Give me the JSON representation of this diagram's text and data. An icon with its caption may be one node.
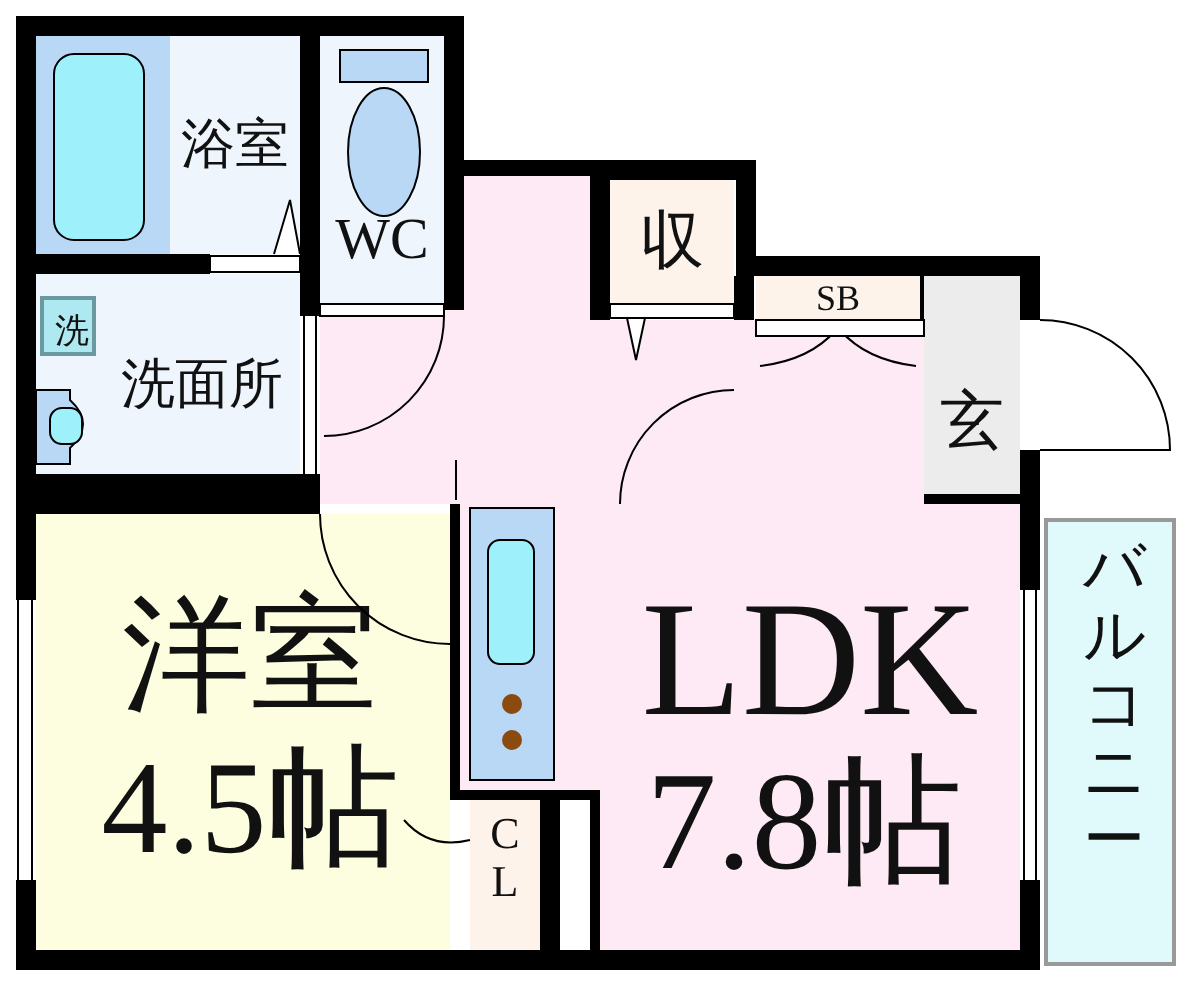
{
  "diagram": {
    "nodes": [
      {
        "text": [
          "浴室"
        ]
      },
      {
        "text": [
          "WC"
        ]
      },
      {
        "text": [
          "洗面所"
        ]
      },
      {
        "text": [
          "洗"
        ],
        "in": 2
      },
      {
        "text": [
          "収"
        ]
      },
      {
        "text": [
          "SB"
        ]
      },
      {
        "text": [
          "玄"
        ]
      },
      {
        "text": [
          "洋室",
          "4.5帖"
        ]
      },
      {
        "text": [
          "LDK",
          "7.8帖"
        ]
      },
      {
        "text": [
          "CL"
        ]
      },
      {
        "text": [
          "バルコニー"
        ]
      }
    ]
  }
}
